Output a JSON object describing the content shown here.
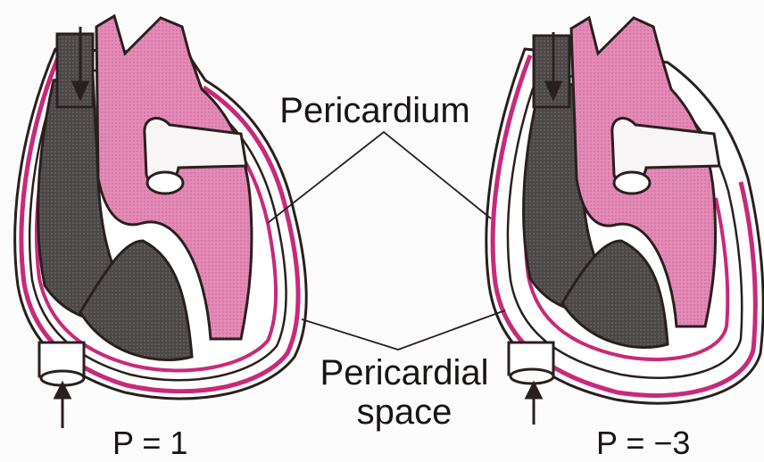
{
  "labels": {
    "pericardium": "Pericardium",
    "pericardial_space_line1": "Pericardial",
    "pericardial_space_line2": "space",
    "pressure_left": "P = 1",
    "pressure_right": "P = −3"
  },
  "colors": {
    "outline": "#2a1f1f",
    "pericardium_magenta": "#c8297a",
    "left_heart_pink": "#e58ab6",
    "right_heart_dark": "#4d4848",
    "space_white": "#ffffff",
    "vessel_white": "#f7f5f5"
  }
}
